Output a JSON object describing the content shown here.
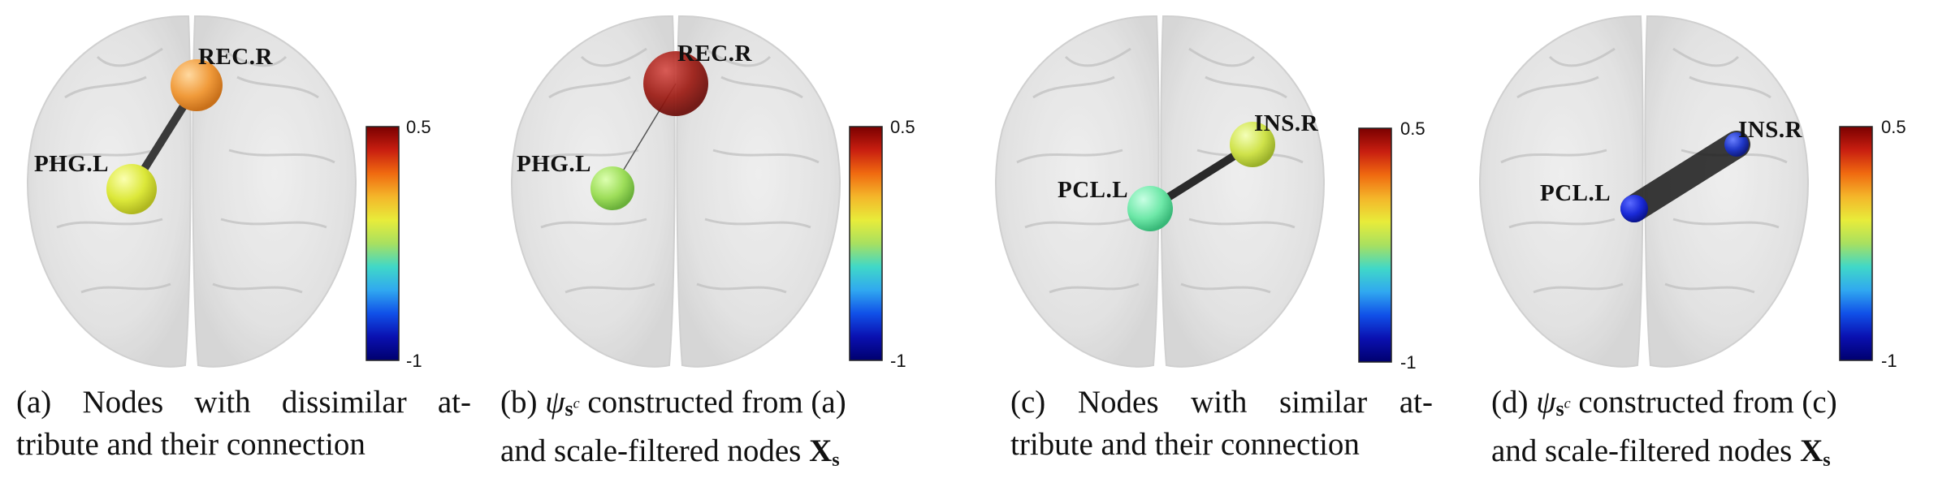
{
  "colorbar": {
    "max": "0.5",
    "min": "-1",
    "stops": [
      "#7a0000",
      "#c81e10",
      "#f06a10",
      "#f4b62a",
      "#e8ec3a",
      "#a8e060",
      "#40d8c8",
      "#30a8f0",
      "#1050e8",
      "#0a10b0",
      "#00006e"
    ]
  },
  "panels": [
    {
      "id": "a",
      "node1": {
        "label": "REC.R",
        "color": "#f09a3a"
      },
      "node2": {
        "label": "PHG.L",
        "color": "#dce83a"
      },
      "caption": {
        "l1a": "(a) Nodes with dissimilar at-",
        "l2a": "tribute and their connection"
      }
    },
    {
      "id": "b",
      "node1": {
        "label": "REC.R",
        "color": "#9c1a12"
      },
      "node2": {
        "label": "PHG.L",
        "color": "#9ede5a"
      },
      "caption": {
        "l1a": "(b) ",
        "psi": "ψ",
        "s": "s",
        "c": "c",
        "l1b": " constructed from (a)",
        "l2a": "and scale-filtered nodes ",
        "X": "X",
        "Xs": "s"
      }
    },
    {
      "id": "c",
      "node1": {
        "label": "INS.R",
        "color": "#cfe24a"
      },
      "node2": {
        "label": "PCL.L",
        "color": "#6ee8a8"
      },
      "caption": {
        "l1a": "(c) Nodes with similar at-",
        "l2a": "tribute and their connection"
      }
    },
    {
      "id": "d",
      "node1": {
        "label": "INS.R",
        "color": "#2038c8"
      },
      "node2": {
        "label": "PCL.L",
        "color": "#1a2ad8"
      },
      "caption": {
        "l1a": "(d) ",
        "psi": "ψ",
        "s": "s",
        "c": "c",
        "l1b": " constructed from (c)",
        "l2a": "and scale-filtered nodes ",
        "X": "X",
        "Xs": "s"
      }
    }
  ]
}
